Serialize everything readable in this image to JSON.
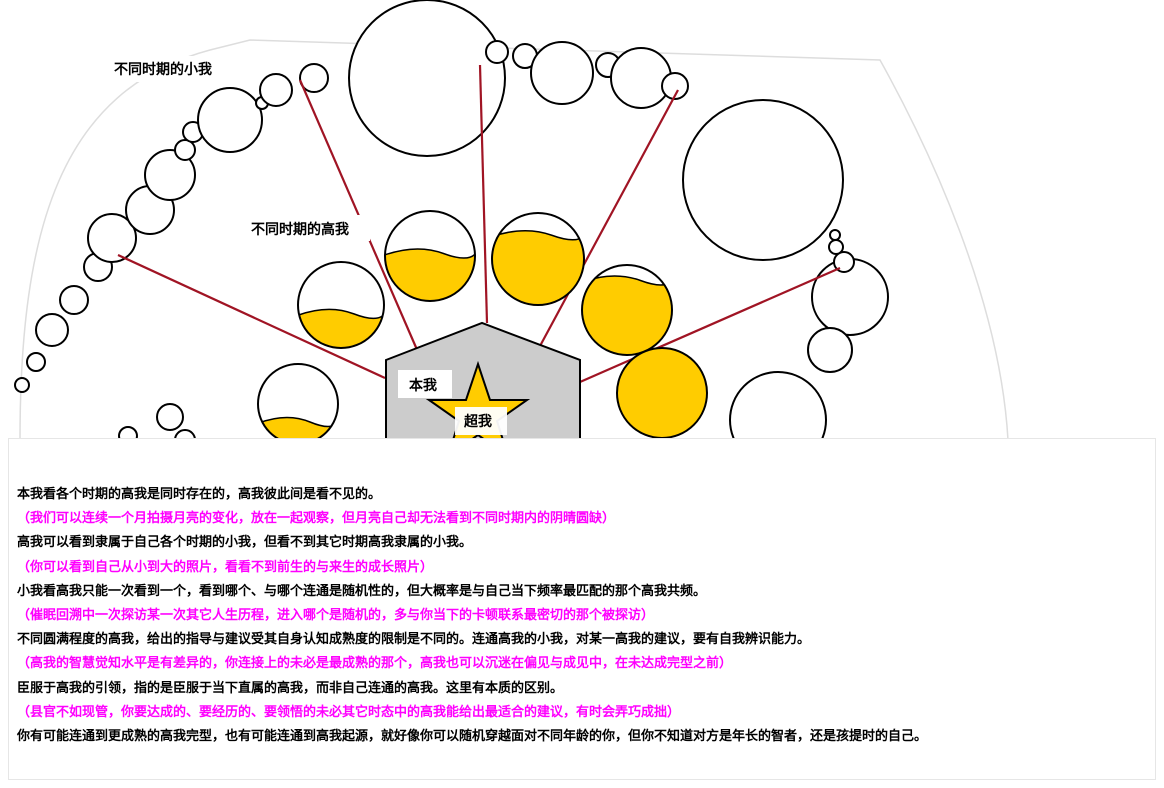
{
  "labels": {
    "small_self": "不同时期的小我",
    "higher_self": "不同时期的高我",
    "true_self": "本我",
    "super_self": "超我"
  },
  "colors": {
    "fill": "#ffcc00",
    "connector": "#a01424",
    "note_text": "#ff00ff",
    "house": "#cccccc"
  },
  "higher_self_fill_levels": [
    0.3,
    0.42,
    0.55,
    0.78,
    0.85,
    1.0
  ],
  "lines": [
    {
      "text": "本我看各个时期的高我是同时存在的，高我彼此间是看不见的。",
      "type": "main"
    },
    {
      "text": "（我们可以连续一个月拍摄月亮的变化，放在一起观察，但月亮自己却无法看到不同时期内的阴晴圆缺）",
      "type": "note"
    },
    {
      "text": "高我可以看到隶属于自己各个时期的小我，但看不到其它时期高我隶属的小我。",
      "type": "main"
    },
    {
      "text": "（你可以看到自己从小到大的照片，看看不到前生的与来生的成长照片）",
      "type": "note"
    },
    {
      "text": "小我看高我只能一次看到一个，看到哪个、与哪个连通是随机性的，但大概率是与自己当下频率最匹配的那个高我共频。",
      "type": "main"
    },
    {
      "text": "（催眠回溯中一次探访某一次其它人生历程，进入哪个是随机的，多与你当下的卡顿联系最密切的那个被探访）",
      "type": "note"
    },
    {
      "text": "不同圆满程度的高我，给出的指导与建议受其自身认知成熟度的限制是不同的。连通高我的小我，对某一高我的建议，要有自我辨识能力。",
      "type": "main"
    },
    {
      "text": "（高我的智慧觉知水平是有差异的，你连接上的未必是最成熟的那个，高我也可以沉迷在偏见与成见中，在未达成完型之前）",
      "type": "note"
    },
    {
      "text": "臣服于高我的引领，指的是臣服于当下直属的高我，而非自己连通的高我。这里有本质的区别。",
      "type": "main"
    },
    {
      "text": "（县官不如现管，你要达成的、要经历的、要领悟的未必其它时态中的高我能给出最适合的建议，有时会弄巧成拙）",
      "type": "note"
    },
    {
      "text": "你有可能连通到更成熟的高我完型，也有可能连通到高我起源，就好像你可以随机穿越面对不同年龄的你，但你不知道对方是年长的智者，还是孩提时的自己。",
      "type": "main"
    }
  ]
}
